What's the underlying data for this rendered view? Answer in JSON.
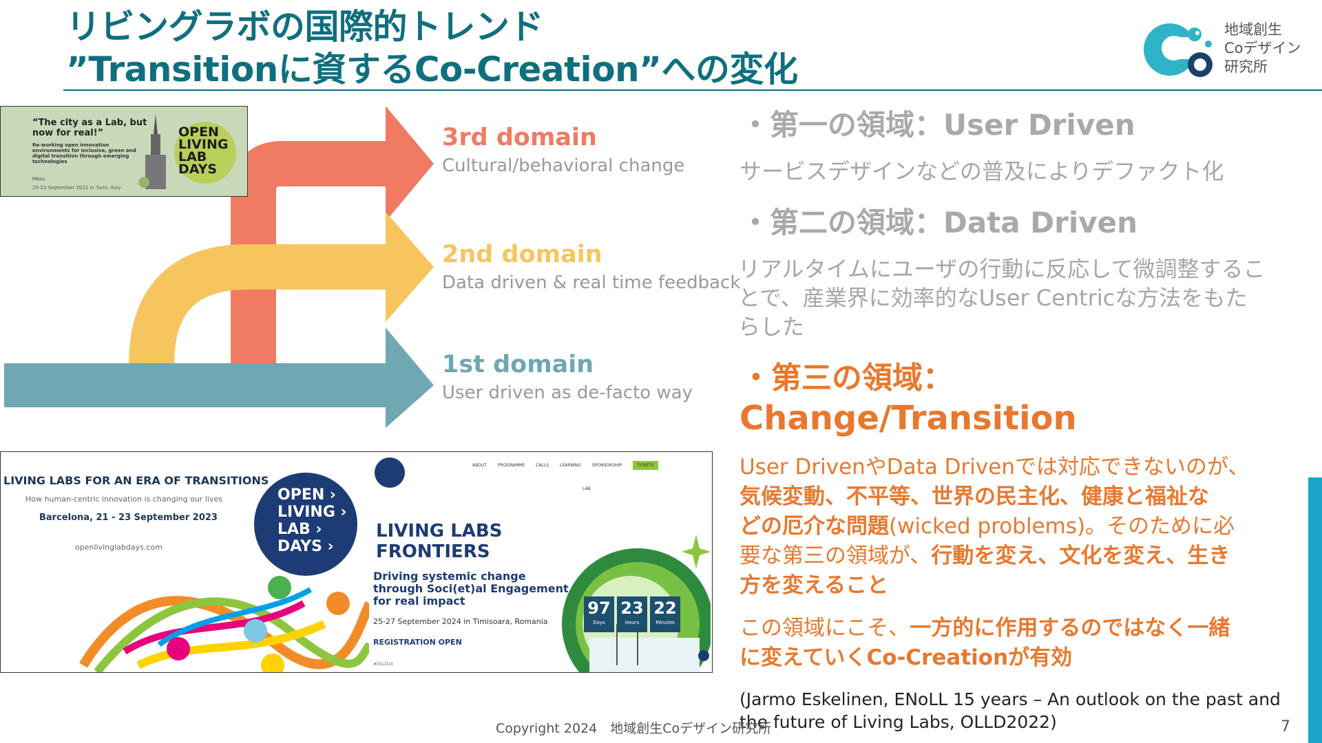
{
  "title": {
    "line1": "リビングラボの国際的トレンド",
    "line2": "”Transitionに資するCo-Creation”への変化"
  },
  "logo": {
    "line1": "地域創生",
    "line2": "Coデザイン",
    "line3": "研究所"
  },
  "diagram": {
    "domains": [
      {
        "head": "3rd domain",
        "sub": "Cultural/behavioral change",
        "color": "#f07a62"
      },
      {
        "head": "2nd domain",
        "sub": "Data driven & real time feedback",
        "color": "#f7c55e"
      },
      {
        "head": "1st domain",
        "sub": "User driven as de-facto way",
        "color": "#6fa7b3"
      }
    ]
  },
  "poster_top": {
    "quote": "“The city as a Lab, but now for real!”",
    "body": "Re-working open innovation environments for inclusive, green and digital transition through emerging technologies",
    "org": "ENoLL",
    "date": "20-23 September 2022 in Turin, Italy",
    "brand": [
      "OPEN",
      "LIVING",
      "LAB",
      "DAYS"
    ]
  },
  "poster_bottom_left": {
    "heading": "LIVING LABS FOR AN ERA OF TRANSITIONS",
    "sub": "How human-centric innovation is changing our lives",
    "place": "Barcelona, 21 - 23 September 2023",
    "url": "openlivinglabdays.com",
    "badge": [
      "OPEN ›",
      "LIVING ›",
      "LAB ›",
      "DAYS ›"
    ]
  },
  "poster_bottom_right": {
    "nav": [
      "ABOUT",
      "PROGRAMME",
      "CALLS",
      "LEARNING",
      "SPONSORSHIP",
      "TICKETS"
    ],
    "nav_sub": "LAB",
    "heading1": "LIVING LABS",
    "heading2": "FRONTIERS",
    "tag1": "Driving systemic change",
    "tag2": "through Soci(et)al Engagement,",
    "tag3": "for real impact",
    "date": "25-27 September 2024 in Timisoara, Romania",
    "reg": "REGISTRATION OPEN",
    "hashtag": "#OLLD24",
    "countdown": [
      {
        "num": "97",
        "unit": "Days"
      },
      {
        "num": "23",
        "unit": "Hours"
      },
      {
        "num": "22",
        "unit": "Minutes"
      }
    ]
  },
  "right": {
    "d1_head_jp": "・第一の領域：",
    "d1_head_en": "User Driven",
    "d1_desc": "サービスデザインなどの普及によりデファクト化",
    "d2_head_jp": "・第二の領域：",
    "d2_head_en": "Data Driven",
    "d2_desc_1": "リアルタイムにユーザの行動に反応して微調整するこ",
    "d2_desc_2": "とで、産業界に効率的なUser Centricな方法をもた",
    "d2_desc_3": "らした",
    "d3_head_jp": "・第三の領域：",
    "d3_head_en": "Change/Transition",
    "p1_a": "User DrivenやData Drivenでは対応できないのが、",
    "p1_b": "気候変動、不平等、世界の民主化、健康と福祉な",
    "p1_c": "どの厄介な問題",
    "p1_d": "(wicked problems)。そのために必",
    "p1_e": "要な第三の領域が、",
    "p1_f": "行動を変え、文化を変え、生き",
    "p1_g": "方を変えること",
    "p2_a": "この領域にこそ、",
    "p2_b": "一方的に作用するのではなく一緒",
    "p2_c": "に変えていくCo-Creationが有効",
    "ref1": "(Jarmo Eskelinen, ENoLL 15 years – An outlook on the past and",
    "ref2": "the future of Living Labs, OLLD2022)"
  },
  "footer": {
    "copyright": "Copyright 2024　地域創生Coデザイン研究所",
    "page": "7"
  },
  "colors": {
    "title": "#0f6f7e",
    "orange": "#e8782e",
    "grey": "#a9a9a9",
    "accent_bar": "#1aa5c8"
  }
}
